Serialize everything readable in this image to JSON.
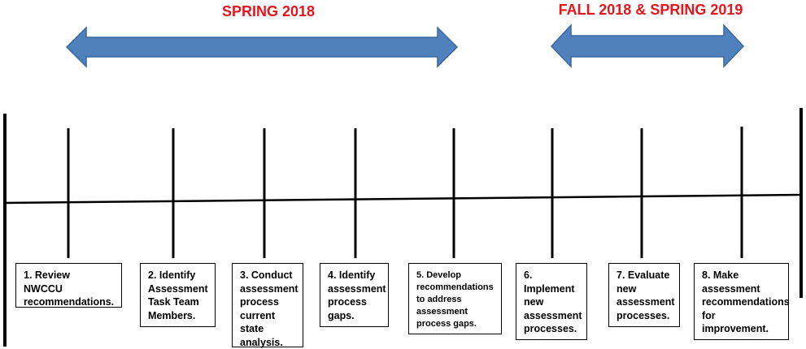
{
  "colors": {
    "period_label": "#e8141c",
    "arrow_fill": "#4f81bd",
    "arrow_stroke": "#3a679d",
    "line": "#000000"
  },
  "periods": [
    {
      "label": "SPRING 2018"
    },
    {
      "label": "FALL 2018 & SPRING 2019"
    }
  ],
  "steps": [
    {
      "text": "1. Review\nNWCCU\nrecommendations."
    },
    {
      "text": "2. Identify\nAssessment\nTask Team\nMembers."
    },
    {
      "text": "3. Conduct\nassessment\nprocess\ncurrent\nstate\nanalysis."
    },
    {
      "text": "4. Identify\nassessment\nprocess\ngaps."
    },
    {
      "text": "5. Develop\nrecommendations\nto address\nassessment\nprocess gaps."
    },
    {
      "text": "6.\nImplement\nnew\nassessment\nprocesses."
    },
    {
      "text": "7. Evaluate\nnew\nassessment\nprocesses."
    },
    {
      "text": "8. Make\nassessment\nrecommendations\nfor\nimprovement."
    }
  ]
}
